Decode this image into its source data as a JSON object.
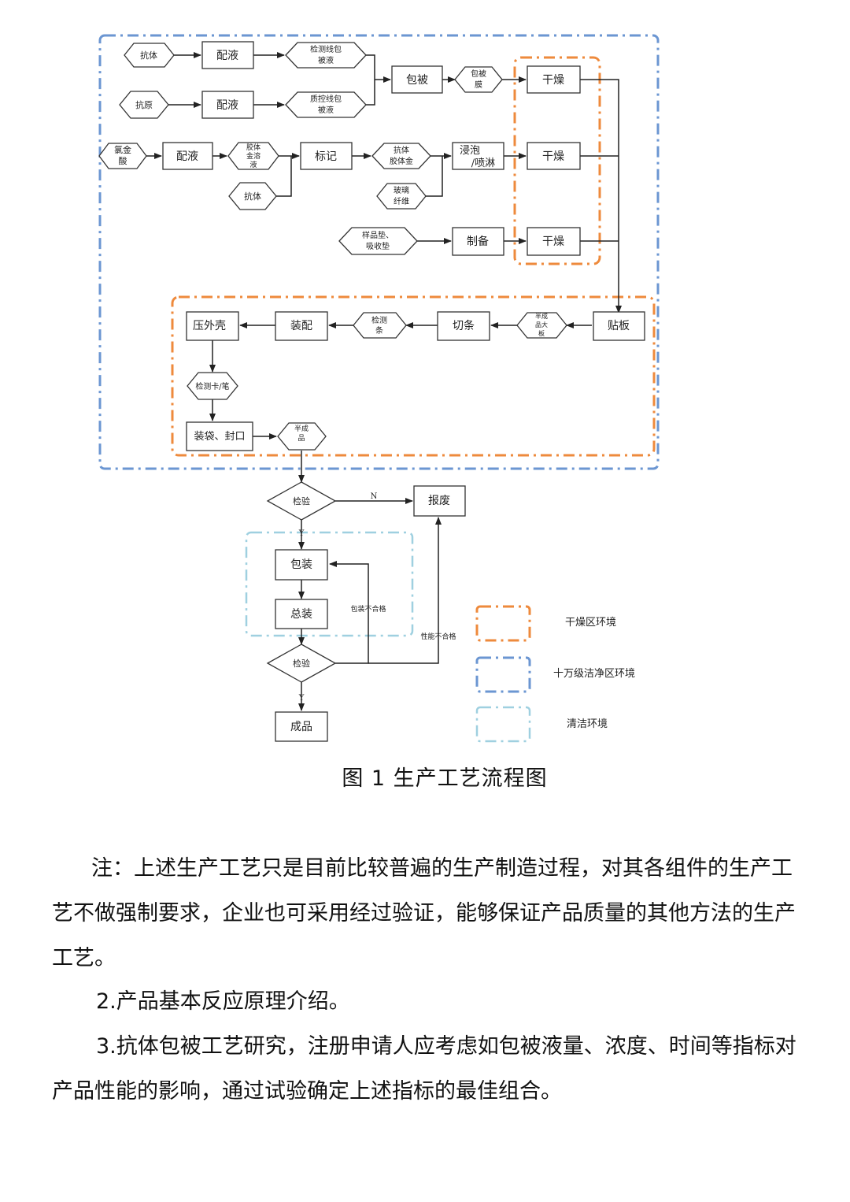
{
  "nodes": {
    "kangti1": "抗体",
    "peiye1": "配液",
    "jcx_line1": "检测线包",
    "jcx_line2": "被液",
    "kangyuan": "抗原",
    "peiye2": "配液",
    "zkx_line1": "质控线包",
    "zkx_line2": "被液",
    "baobei": "包被",
    "bbm_line1": "包被",
    "bbm_line2": "膜",
    "ganzao1": "干燥",
    "ljs_line1": "氯金",
    "ljs_line2": "酸",
    "peiye3": "配液",
    "jtj_line1": "胶体",
    "jtj_line2": "金溶",
    "jtj_line3": "液",
    "biaoji": "标记",
    "kangti2": "抗体",
    "ktj_line1": "抗体",
    "ktj_line2": "胶体金",
    "jp_line1": "浸泡",
    "jp_line2": "/喷淋",
    "ganzao2": "干燥",
    "blxw_line1": "玻璃",
    "blxw_line2": "纤维",
    "ypd_line1": "样品垫、",
    "ypd_line2": "吸收垫",
    "zhibei": "制备",
    "ganzao3": "干燥",
    "tieban": "贴板",
    "bcpdb_line1": "半成",
    "bcpdb_line2": "品大",
    "bcpdb_line3": "板",
    "qietiao": "切条",
    "jct_line1": "检测",
    "jct_line2": "条",
    "zhuangpei": "装配",
    "yawaike": "压外壳",
    "jck": "检测卡/笔",
    "zhuangdai": "装袋、封口",
    "bcp_line1": "半成",
    "bcp_line2": "品",
    "jianyan1": "检验",
    "no_label": "N",
    "baofei": "报废",
    "yes_label1": "Y",
    "baozhuang": "包装",
    "zongzhuang": "总装",
    "bzbhg": "包装不合格",
    "xnbhg": "性能不合格",
    "jianyan2": "检验",
    "yes_label2": "Y",
    "chengpin": "成品"
  },
  "legend": {
    "dry": "干燥区环境",
    "clean100k": "十万级洁净区环境",
    "clean": "清洁环境"
  },
  "colors": {
    "dry_border": "#ee8a3c",
    "clean100k_border": "#6b96d2",
    "clean_border": "#9fd0e0",
    "line": "#222222"
  },
  "caption": "图 1  生产工艺流程图",
  "text": {
    "p1": "注：上述生产工艺只是目前比较普遍的生产制造过程，对其各组件的生产工艺不做强制要求，企业也可采用经过验证，能够保证产品质量的其他方法的生产工艺。",
    "p2": "2.产品基本反应原理介绍。",
    "p3": "3.抗体包被工艺研究，注册申请人应考虑如包被液量、浓度、时间等指标对产品性能的影响，通过试验确定上述指标的最佳组合。"
  }
}
